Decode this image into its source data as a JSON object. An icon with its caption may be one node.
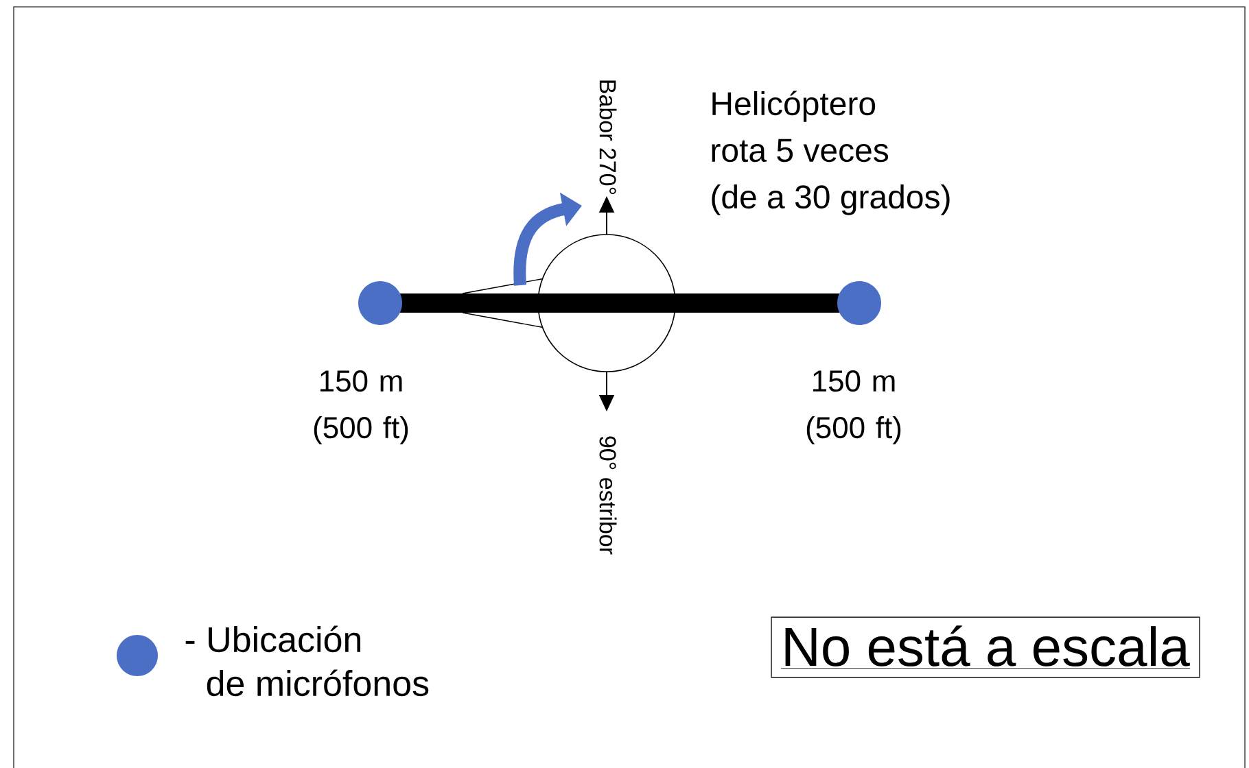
{
  "diagram": {
    "nodes": [
      {
        "text": [],
        "shape": "circle",
        "beside": [
          "150 m (500 ft)"
        ]
      },
      {
        "text": [],
        "shape": "circle",
        "beside": [
          "150 m (500 ft)"
        ]
      },
      {
        "text": [
          "No está a escala"
        ]
      }
    ],
    "labels": [
      "Babor 270°",
      "Helicóptero rota 5 veces (de a 30 grados)",
      "90° estribor"
    ],
    "legend": [
      {
        "text": "- Ubicación de micrófonos",
        "color": "#4a6fc4"
      }
    ]
  }
}
